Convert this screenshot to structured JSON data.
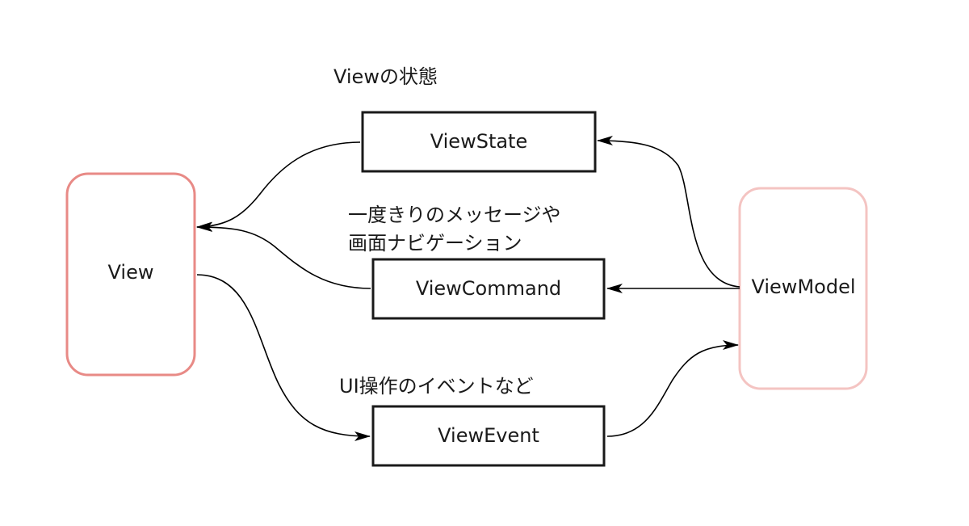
{
  "nodes": {
    "view": {
      "label": "View",
      "border_color": "#e88a86"
    },
    "viewmodel": {
      "label": "ViewModel",
      "border_color": "#f4c4c2"
    },
    "viewstate": {
      "label": "ViewState",
      "border_color": "#1a1a1a"
    },
    "viewcommand": {
      "label": "ViewCommand",
      "border_color": "#1a1a1a"
    },
    "viewevent": {
      "label": "ViewEvent",
      "border_color": "#1a1a1a"
    }
  },
  "notes": {
    "viewstate_note": "Viewの状態",
    "viewcommand_note_line1": "一度きりのメッセージや",
    "viewcommand_note_line2": "画面ナビゲーション",
    "viewevent_note": "UI操作のイベントなど"
  },
  "edges": [
    {
      "from": "viewmodel",
      "to": "viewstate"
    },
    {
      "from": "viewmodel",
      "to": "viewcommand"
    },
    {
      "from": "viewstate",
      "to": "view"
    },
    {
      "from": "viewcommand",
      "to": "view"
    },
    {
      "from": "view",
      "to": "viewevent"
    },
    {
      "from": "viewevent",
      "to": "viewmodel"
    }
  ]
}
